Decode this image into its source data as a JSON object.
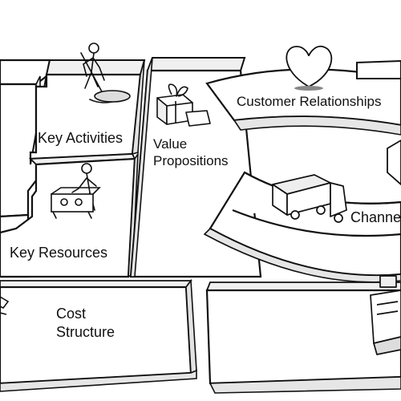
{
  "blocks": {
    "key_activities": "Key Activities",
    "key_resources": "Key Resources",
    "value_propositions_line1": "Value",
    "value_propositions_line2": "Propositions",
    "customer_relationships": "Customer Relationships",
    "channels": "Channels",
    "cost_structure_line1": "Cost",
    "cost_structure_line2": "Structure"
  },
  "illustrations": [
    "digging-person-icon",
    "person-with-machine-icon",
    "gift-box-icon",
    "heart-icon",
    "delivery-truck-icon",
    "cash-register-icon",
    "pen-icon"
  ]
}
